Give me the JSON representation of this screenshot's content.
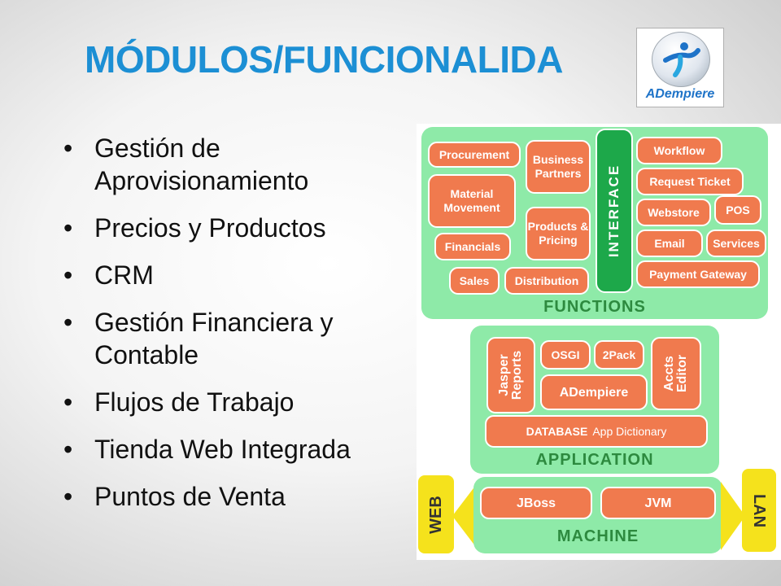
{
  "slide": {
    "title": "MÓDULOS/FUNCIONALIDA",
    "logo_text": "ADempiere",
    "bullets": [
      "Gestión de Aprovisionamiento",
      "Precios y Productos",
      "CRM",
      "Gestión Financiera y Contable",
      "Flujos de Trabajo",
      "Tienda Web Integrada",
      "Puntos de Venta"
    ]
  },
  "diagram": {
    "functions": {
      "label": "FUNCTIONS",
      "interface_label": "INTERFACE",
      "boxes": {
        "procurement": "Procurement",
        "business_partners": "Business Partners",
        "material_movement": "Material Movement",
        "products_pricing": "Products & Pricing",
        "financials": "Financials",
        "sales": "Sales",
        "distribution": "Distribution",
        "workflow": "Workflow",
        "request_ticket": "Request Ticket",
        "webstore": "Webstore",
        "pos": "POS",
        "email": "Email",
        "services": "Services",
        "payment_gateway": "Payment Gateway"
      }
    },
    "application": {
      "label": "APPLICATION",
      "boxes": {
        "jasper_reports": "Jasper Reports",
        "osgi": "OSGI",
        "twopack": "2Pack",
        "accts_editor": "Accts Editor",
        "adempiere": "ADempiere",
        "database": "DATABASE",
        "app_dictionary": "App Dictionary"
      }
    },
    "machine": {
      "label": "MACHINE",
      "web": "WEB",
      "lan": "LAN",
      "boxes": {
        "jboss": "JBoss",
        "jvm": "JVM"
      }
    },
    "colors": {
      "panel": "#8eeaa8",
      "box": "#f07a4e",
      "interface": "#1da84a",
      "accent_yellow": "#f5e21c",
      "title": "#1c8fd4"
    }
  }
}
